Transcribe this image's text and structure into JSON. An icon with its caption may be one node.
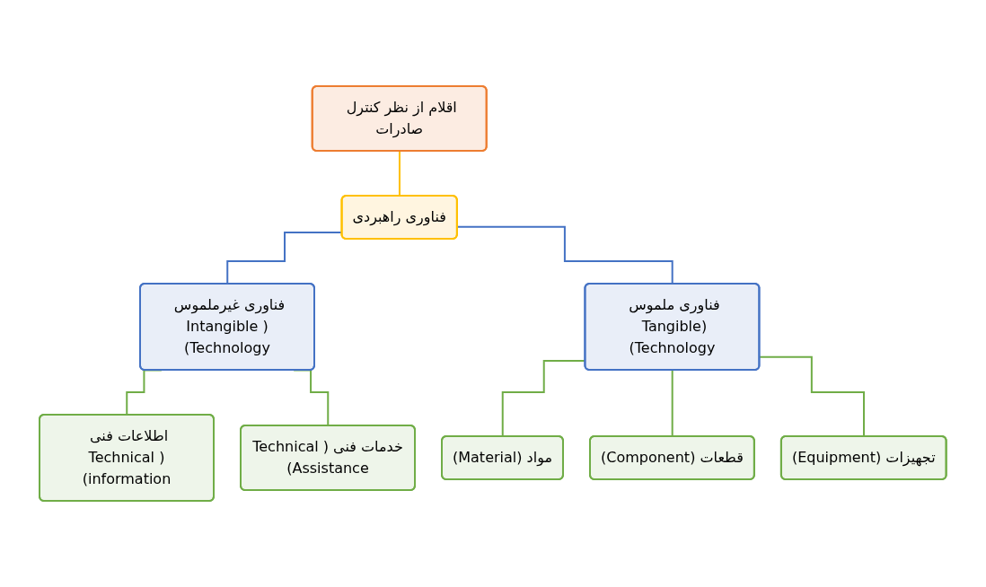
{
  "diagram": {
    "nodes": [
      {
        "text": [
          "اقلام از نظر کنترل صادرات"
        ]
      },
      {
        "text": [
          "فناوری راهبردی"
        ]
      },
      {
        "text": [
          "فناوری غیرملموس (Intangible Technology)"
        ]
      },
      {
        "text": [
          "فناوری ملموس (Tangible Technology)"
        ]
      },
      {
        "text": [
          "اطلاعات فنی (Technical information)"
        ]
      },
      {
        "text": [
          "خدمات فنی (Technical Assistance)"
        ]
      },
      {
        "text": [
          "مواد (Material)"
        ]
      },
      {
        "text": [
          "قطعات (Component)"
        ]
      },
      {
        "text": [
          "تجهیزات (Equipment)"
        ]
      }
    ],
    "edges": [
      {
        "from": 0,
        "to": 1,
        "arrow": "none",
        "color": "#ffc000"
      },
      {
        "from": 1,
        "to": 2,
        "arrow": "none",
        "color": "#4472c4"
      },
      {
        "from": 1,
        "to": 3,
        "arrow": "none",
        "color": "#4472c4"
      },
      {
        "from": 2,
        "to": 4,
        "arrow": "none"
      },
      {
        "from": 2,
        "to": 5,
        "arrow": "none"
      },
      {
        "from": 3,
        "to": 6,
        "arrow": "none"
      },
      {
        "from": 3,
        "to": 7,
        "arrow": "none"
      },
      {
        "from": 3,
        "to": 8,
        "arrow": "none"
      }
    ]
  }
}
